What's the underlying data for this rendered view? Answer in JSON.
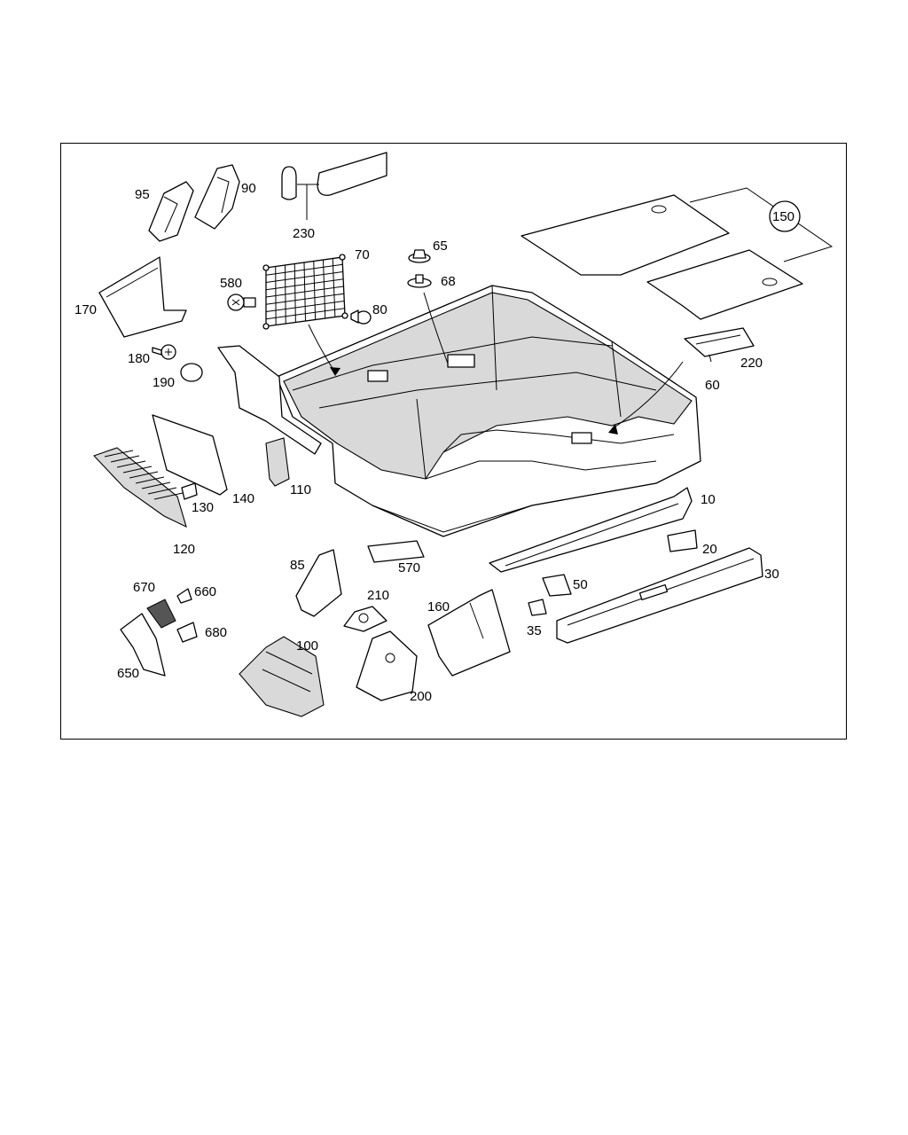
{
  "labels": {
    "p10": "10",
    "p20": "20",
    "p30": "30",
    "p35": "35",
    "p50": "50",
    "p60": "60",
    "p65": "65",
    "p68": "68",
    "p70": "70",
    "p80": "80",
    "p85": "85",
    "p90": "90",
    "p95": "95",
    "p100": "100",
    "p110": "110",
    "p120": "120",
    "p130": "130",
    "p140": "140",
    "p150": "150",
    "p160": "160",
    "p170": "170",
    "p180": "180",
    "p190": "190",
    "p200": "200",
    "p210": "210",
    "p220": "220",
    "p230": "230",
    "p570": "570",
    "p580": "580",
    "p650": "650",
    "p660": "660",
    "p670": "670",
    "p680": "680"
  },
  "colors": {
    "line": "#000000",
    "background": "#ffffff",
    "shade": "#d9d9d9"
  }
}
